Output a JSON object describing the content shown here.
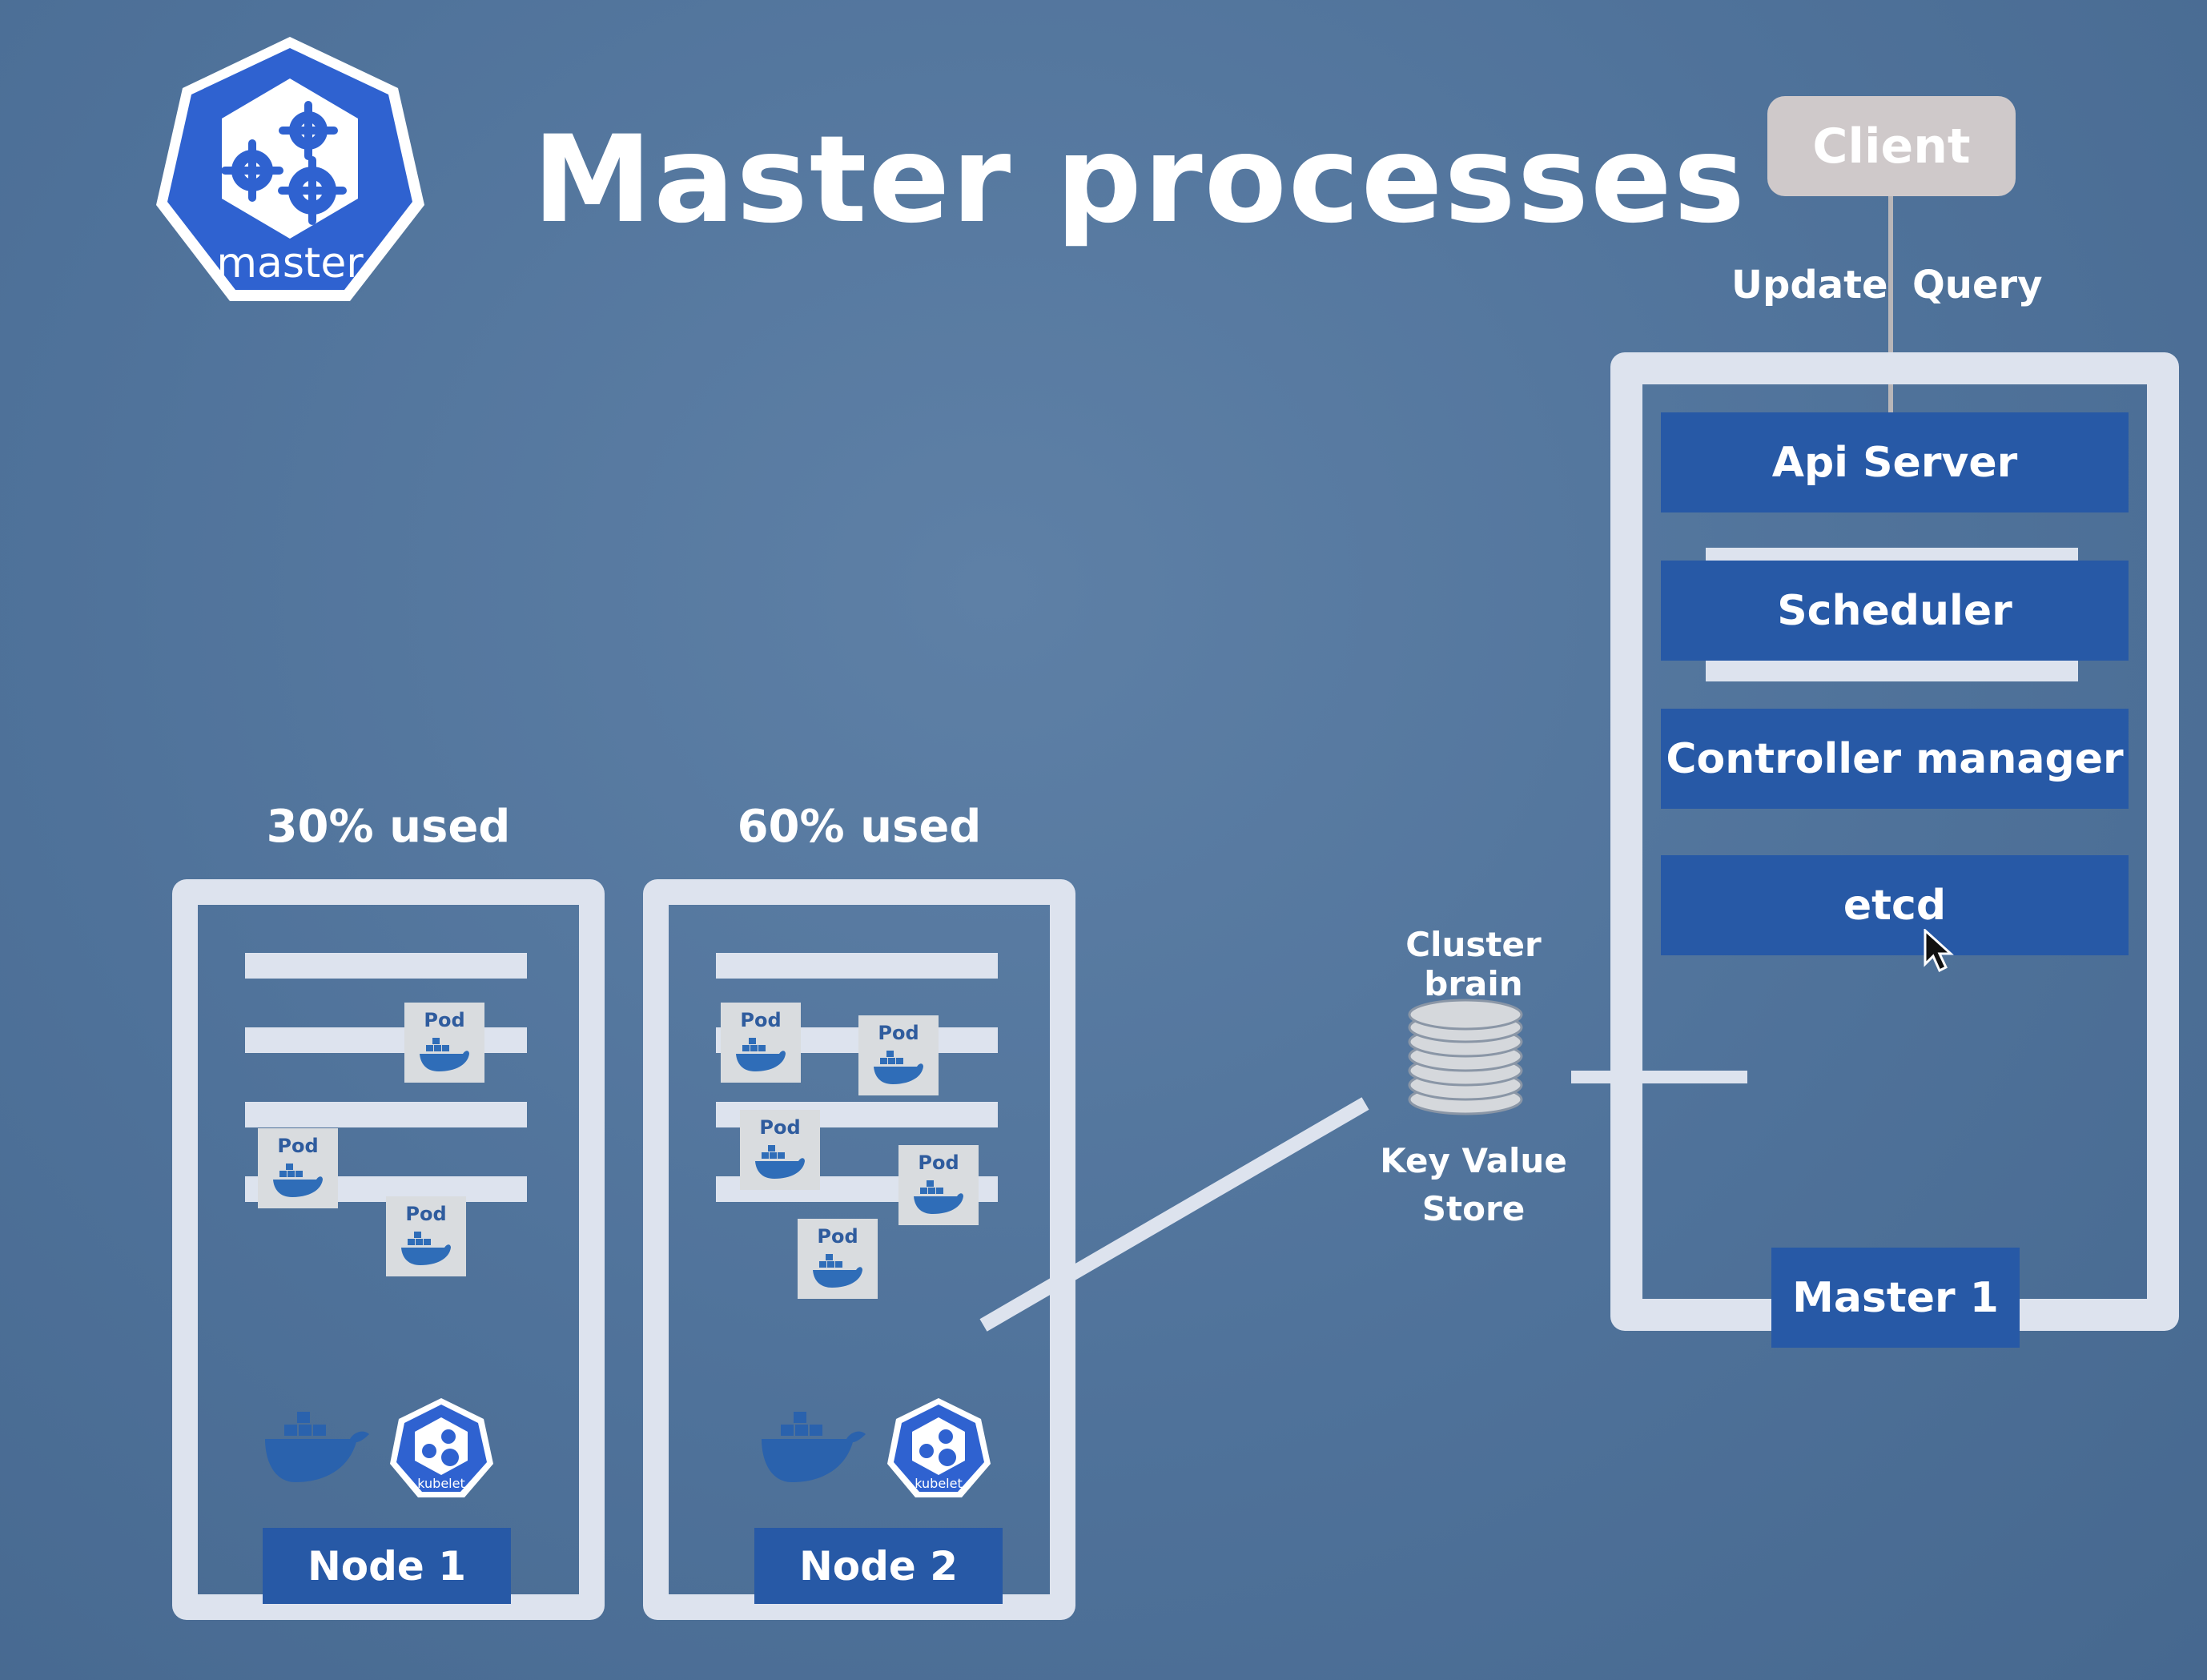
{
  "title": "Master processes",
  "logo": {
    "label": "master"
  },
  "client": {
    "label": "Client",
    "update_label": "Update",
    "query_label": "Query"
  },
  "master": {
    "processes": [
      "Api Server",
      "Scheduler",
      "Controller manager",
      "etcd"
    ],
    "label": "Master 1"
  },
  "store": {
    "caption": "Cluster brain",
    "label_line1": "Key Value",
    "label_line2": "Store"
  },
  "nodes": [
    {
      "label": "Node 1",
      "usage": "30% used",
      "pod_count": 3
    },
    {
      "label": "Node 2",
      "usage": "60% used",
      "pod_count": 5
    }
  ],
  "pod_label": "Pod",
  "kubelet_label": "kubelet",
  "colors": {
    "background": "#50739b",
    "process_blue": "#2759a6",
    "frame": "#dde3ee",
    "client_box": "#cfc9ca"
  }
}
